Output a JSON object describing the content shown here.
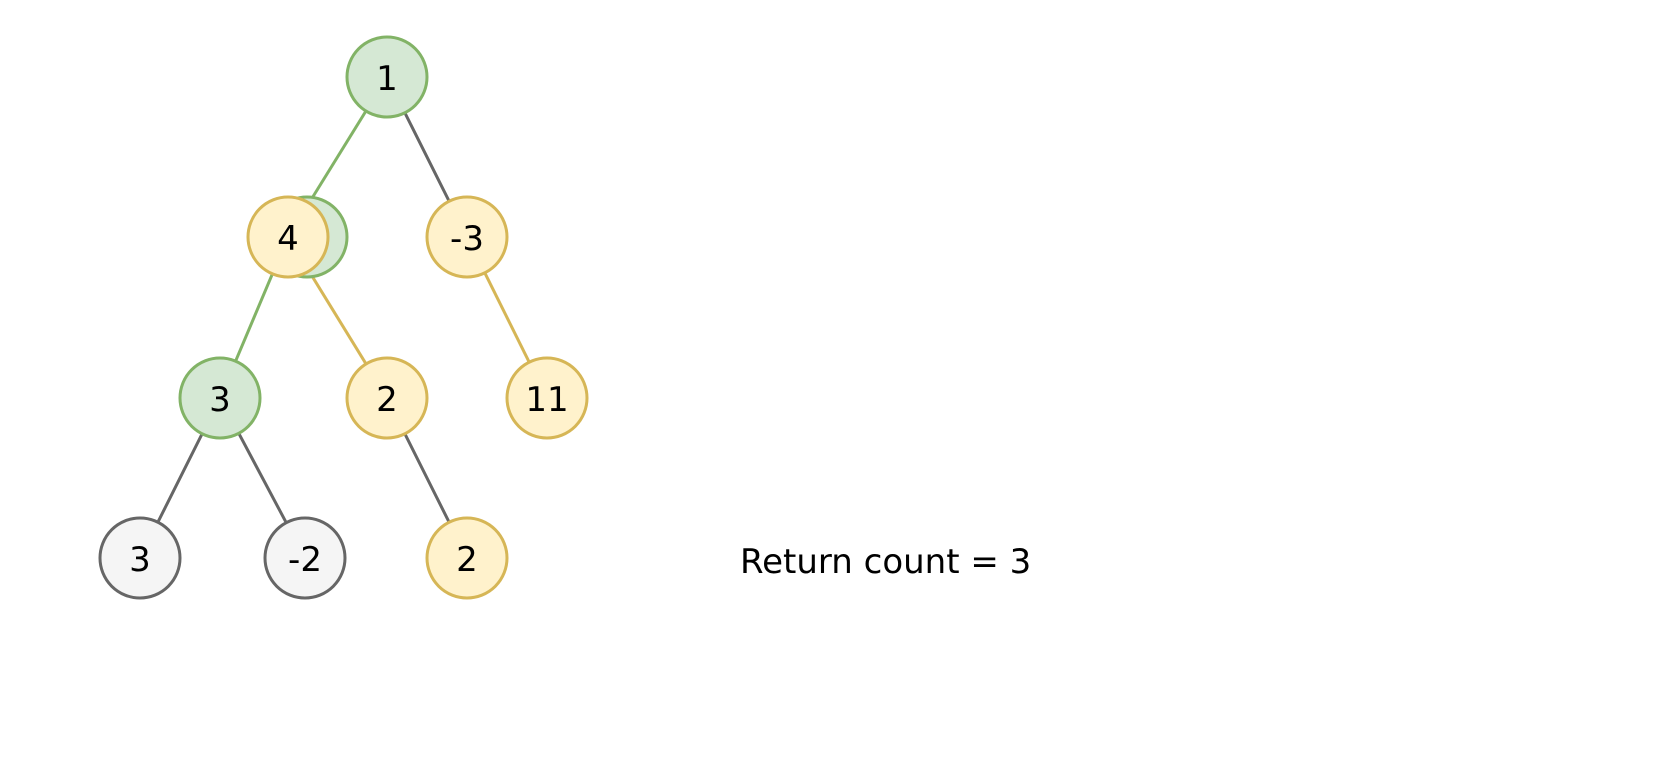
{
  "palette": {
    "green_stroke": "#82b366",
    "green_fill": "#d5e8d4",
    "yellow_stroke": "#d6b656",
    "yellow_fill": "#fff2cc",
    "gray_stroke": "#666666",
    "gray_fill": "#f5f5f5"
  },
  "tree": {
    "nodes": [
      {
        "id": "n1",
        "label": "1",
        "style": "green"
      },
      {
        "id": "n4",
        "label": "4",
        "style": "yellow"
      },
      {
        "id": "n4-shadow",
        "label": "",
        "style": "green"
      },
      {
        "id": "nm3",
        "label": "-3",
        "style": "yellow"
      },
      {
        "id": "n3a",
        "label": "3",
        "style": "green"
      },
      {
        "id": "n2a",
        "label": "2",
        "style": "yellow"
      },
      {
        "id": "n11",
        "label": "11",
        "style": "yellow"
      },
      {
        "id": "n3b",
        "label": "3",
        "style": "gray"
      },
      {
        "id": "nm2",
        "label": "-2",
        "style": "gray"
      },
      {
        "id": "n2b",
        "label": "2",
        "style": "yellow"
      }
    ],
    "edges": [
      {
        "from": "n1",
        "to": "n4",
        "style": "green"
      },
      {
        "from": "n1",
        "to": "nm3",
        "style": "gray"
      },
      {
        "from": "n4",
        "to": "n3a",
        "style": "green"
      },
      {
        "from": "n4",
        "to": "n2a",
        "style": "yellow"
      },
      {
        "from": "nm3",
        "to": "n11",
        "style": "yellow"
      },
      {
        "from": "n3a",
        "to": "n3b",
        "style": "gray"
      },
      {
        "from": "n3a",
        "to": "nm2",
        "style": "gray"
      },
      {
        "from": "n2a",
        "to": "n2b",
        "style": "gray"
      }
    ]
  },
  "result": {
    "text": "Return count = 3"
  }
}
